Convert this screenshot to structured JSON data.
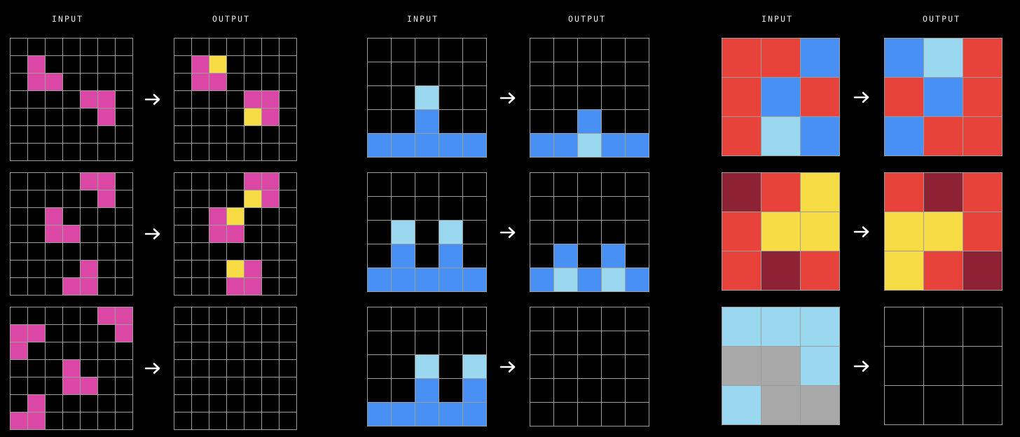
{
  "page": {
    "title": "ARC puzzle examples",
    "background_color": "#000000",
    "grid_line_color": "#9d9d9d"
  },
  "labels": {
    "input": "INPUT",
    "output": "OUTPUT",
    "arrow_icon": "arrow-right-icon"
  },
  "palette": {
    "black": "#000000",
    "pink": "#db47a4",
    "yellow": "#f7dc45",
    "blue": "#4990f5",
    "light_blue": "#9ad8f0",
    "red": "#e8433a",
    "dark_red": "#8c2233",
    "gray": "#a8a8a8"
  },
  "puzzles": [
    {
      "id": "puzzle-1",
      "rows": 7,
      "cols": 7,
      "cell_size": 24,
      "pairs": [
        {
          "kind": "demo",
          "input": [
            [
              "black",
              "black",
              "black",
              "black",
              "black",
              "black",
              "black"
            ],
            [
              "black",
              "pink",
              "black",
              "black",
              "black",
              "black",
              "black"
            ],
            [
              "black",
              "pink",
              "pink",
              "black",
              "black",
              "black",
              "black"
            ],
            [
              "black",
              "black",
              "black",
              "black",
              "pink",
              "pink",
              "black"
            ],
            [
              "black",
              "black",
              "black",
              "black",
              "black",
              "pink",
              "black"
            ],
            [
              "black",
              "black",
              "black",
              "black",
              "black",
              "black",
              "black"
            ],
            [
              "black",
              "black",
              "black",
              "black",
              "black",
              "black",
              "black"
            ]
          ],
          "output": [
            [
              "black",
              "black",
              "black",
              "black",
              "black",
              "black",
              "black"
            ],
            [
              "black",
              "pink",
              "yellow",
              "black",
              "black",
              "black",
              "black"
            ],
            [
              "black",
              "pink",
              "pink",
              "black",
              "black",
              "black",
              "black"
            ],
            [
              "black",
              "black",
              "black",
              "black",
              "pink",
              "pink",
              "black"
            ],
            [
              "black",
              "black",
              "black",
              "black",
              "yellow",
              "pink",
              "black"
            ],
            [
              "black",
              "black",
              "black",
              "black",
              "black",
              "black",
              "black"
            ],
            [
              "black",
              "black",
              "black",
              "black",
              "black",
              "black",
              "black"
            ]
          ]
        },
        {
          "kind": "demo",
          "input": [
            [
              "black",
              "black",
              "black",
              "black",
              "pink",
              "pink",
              "black"
            ],
            [
              "black",
              "black",
              "black",
              "black",
              "black",
              "pink",
              "black"
            ],
            [
              "black",
              "black",
              "pink",
              "black",
              "black",
              "black",
              "black"
            ],
            [
              "black",
              "black",
              "pink",
              "pink",
              "black",
              "black",
              "black"
            ],
            [
              "black",
              "black",
              "black",
              "black",
              "black",
              "black",
              "black"
            ],
            [
              "black",
              "black",
              "black",
              "black",
              "pink",
              "black",
              "black"
            ],
            [
              "black",
              "black",
              "black",
              "pink",
              "pink",
              "black",
              "black"
            ]
          ],
          "output": [
            [
              "black",
              "black",
              "black",
              "black",
              "pink",
              "pink",
              "black"
            ],
            [
              "black",
              "black",
              "black",
              "black",
              "yellow",
              "pink",
              "black"
            ],
            [
              "black",
              "black",
              "pink",
              "yellow",
              "black",
              "black",
              "black"
            ],
            [
              "black",
              "black",
              "pink",
              "pink",
              "black",
              "black",
              "black"
            ],
            [
              "black",
              "black",
              "black",
              "black",
              "black",
              "black",
              "black"
            ],
            [
              "black",
              "black",
              "black",
              "yellow",
              "pink",
              "black",
              "black"
            ],
            [
              "black",
              "black",
              "black",
              "pink",
              "pink",
              "black",
              "black"
            ]
          ]
        },
        {
          "kind": "test",
          "input": [
            [
              "black",
              "black",
              "black",
              "black",
              "black",
              "pink",
              "pink"
            ],
            [
              "pink",
              "pink",
              "black",
              "black",
              "black",
              "black",
              "pink"
            ],
            [
              "pink",
              "black",
              "black",
              "black",
              "black",
              "black",
              "black"
            ],
            [
              "black",
              "black",
              "black",
              "pink",
              "black",
              "black",
              "black"
            ],
            [
              "black",
              "black",
              "black",
              "pink",
              "pink",
              "black",
              "black"
            ],
            [
              "black",
              "pink",
              "black",
              "black",
              "black",
              "black",
              "black"
            ],
            [
              "pink",
              "pink",
              "black",
              "black",
              "black",
              "black",
              "black"
            ]
          ],
          "output": [
            [
              "black",
              "black",
              "black",
              "black",
              "black",
              "black",
              "black"
            ],
            [
              "black",
              "black",
              "black",
              "black",
              "black",
              "black",
              "black"
            ],
            [
              "black",
              "black",
              "black",
              "black",
              "black",
              "black",
              "black"
            ],
            [
              "black",
              "black",
              "black",
              "black",
              "black",
              "black",
              "black"
            ],
            [
              "black",
              "black",
              "black",
              "black",
              "black",
              "black",
              "black"
            ],
            [
              "black",
              "black",
              "black",
              "black",
              "black",
              "black",
              "black"
            ],
            [
              "black",
              "black",
              "black",
              "black",
              "black",
              "black",
              "black"
            ]
          ]
        }
      ]
    },
    {
      "id": "puzzle-2",
      "rows": 5,
      "cols": 5,
      "cell_size": 33,
      "pairs": [
        {
          "kind": "demo",
          "input": [
            [
              "black",
              "black",
              "black",
              "black",
              "black"
            ],
            [
              "black",
              "black",
              "black",
              "black",
              "black"
            ],
            [
              "black",
              "black",
              "light_blue",
              "black",
              "black"
            ],
            [
              "black",
              "black",
              "blue",
              "black",
              "black"
            ],
            [
              "blue",
              "blue",
              "blue",
              "blue",
              "blue"
            ]
          ],
          "output": [
            [
              "black",
              "black",
              "black",
              "black",
              "black"
            ],
            [
              "black",
              "black",
              "black",
              "black",
              "black"
            ],
            [
              "black",
              "black",
              "black",
              "black",
              "black"
            ],
            [
              "black",
              "black",
              "blue",
              "black",
              "black"
            ],
            [
              "blue",
              "blue",
              "light_blue",
              "blue",
              "blue"
            ]
          ]
        },
        {
          "kind": "demo",
          "input": [
            [
              "black",
              "black",
              "black",
              "black",
              "black"
            ],
            [
              "black",
              "black",
              "black",
              "black",
              "black"
            ],
            [
              "black",
              "light_blue",
              "black",
              "light_blue",
              "black"
            ],
            [
              "black",
              "blue",
              "black",
              "blue",
              "black"
            ],
            [
              "blue",
              "blue",
              "blue",
              "blue",
              "blue"
            ]
          ],
          "output": [
            [
              "black",
              "black",
              "black",
              "black",
              "black"
            ],
            [
              "black",
              "black",
              "black",
              "black",
              "black"
            ],
            [
              "black",
              "black",
              "black",
              "black",
              "black"
            ],
            [
              "black",
              "blue",
              "black",
              "blue",
              "black"
            ],
            [
              "blue",
              "light_blue",
              "blue",
              "light_blue",
              "blue"
            ]
          ]
        },
        {
          "kind": "test",
          "input": [
            [
              "black",
              "black",
              "black",
              "black",
              "black"
            ],
            [
              "black",
              "black",
              "black",
              "black",
              "black"
            ],
            [
              "black",
              "black",
              "light_blue",
              "black",
              "light_blue"
            ],
            [
              "black",
              "black",
              "blue",
              "black",
              "blue"
            ],
            [
              "blue",
              "blue",
              "blue",
              "blue",
              "blue"
            ]
          ],
          "output": [
            [
              "black",
              "black",
              "black",
              "black",
              "black"
            ],
            [
              "black",
              "black",
              "black",
              "black",
              "black"
            ],
            [
              "black",
              "black",
              "black",
              "black",
              "black"
            ],
            [
              "black",
              "black",
              "black",
              "black",
              "black"
            ],
            [
              "black",
              "black",
              "black",
              "black",
              "black"
            ]
          ]
        }
      ]
    },
    {
      "id": "puzzle-3",
      "rows": 3,
      "cols": 3,
      "cell_size": 55,
      "pairs": [
        {
          "kind": "demo",
          "input": [
            [
              "red",
              "red",
              "blue"
            ],
            [
              "red",
              "blue",
              "red"
            ],
            [
              "red",
              "light_blue",
              "blue"
            ]
          ],
          "output": [
            [
              "blue",
              "light_blue",
              "red"
            ],
            [
              "red",
              "blue",
              "red"
            ],
            [
              "blue",
              "red",
              "red"
            ]
          ]
        },
        {
          "kind": "demo",
          "input": [
            [
              "dark_red",
              "red",
              "yellow"
            ],
            [
              "red",
              "yellow",
              "yellow"
            ],
            [
              "red",
              "dark_red",
              "red"
            ]
          ],
          "output": [
            [
              "red",
              "dark_red",
              "red"
            ],
            [
              "yellow",
              "yellow",
              "red"
            ],
            [
              "yellow",
              "red",
              "dark_red"
            ]
          ]
        },
        {
          "kind": "test",
          "input": [
            [
              "light_blue",
              "light_blue",
              "light_blue"
            ],
            [
              "gray",
              "gray",
              "light_blue"
            ],
            [
              "light_blue",
              "gray",
              "gray"
            ]
          ],
          "output": [
            [
              "black",
              "black",
              "black"
            ],
            [
              "black",
              "black",
              "black"
            ],
            [
              "black",
              "black",
              "black"
            ]
          ]
        }
      ]
    }
  ]
}
